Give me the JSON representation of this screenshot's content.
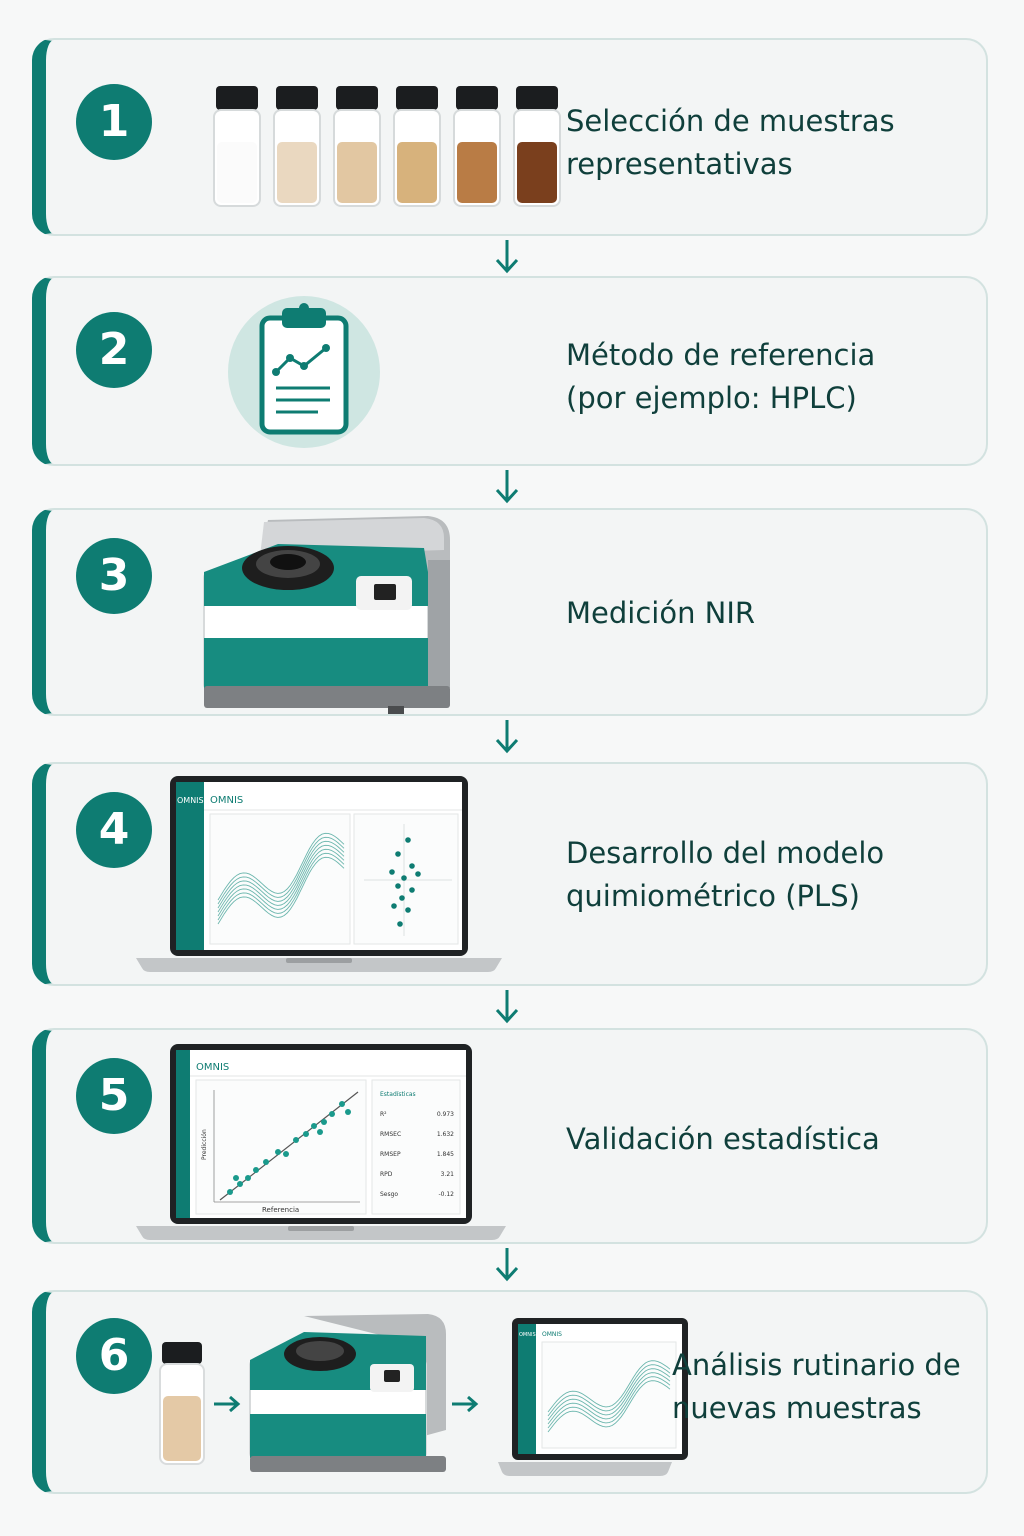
{
  "steps": [
    {
      "number": "1",
      "lines": [
        "Selección de muestras",
        "representativas"
      ]
    },
    {
      "number": "2",
      "lines": [
        "Método de referencia",
        "(por ejemplo: HPLC)"
      ]
    },
    {
      "number": "3",
      "lines": [
        "Medición NIR"
      ]
    },
    {
      "number": "4",
      "lines": [
        "Desarrollo del modelo",
        "quimiométrico (PLS)"
      ]
    },
    {
      "number": "5",
      "lines": [
        "Validación estadística"
      ]
    },
    {
      "number": "6",
      "lines": [
        "Análisis rutinario de",
        "nuevas muestras"
      ]
    }
  ],
  "software": {
    "brand_short": "OMNIS",
    "brand": "OMNIS"
  },
  "validation_screen": {
    "panel_title": "Estadísticas",
    "x_label": "Referencia",
    "y_label": "Predicción",
    "stats": [
      {
        "name": "R²",
        "value": "0.973"
      },
      {
        "name": "RMSEC",
        "value": "1.632"
      },
      {
        "name": "RMSEP",
        "value": "1.845"
      },
      {
        "name": "RPD",
        "value": "3.21"
      },
      {
        "name": "Sesgo",
        "value": "-0.12"
      }
    ]
  },
  "sample_colors": [
    "#fbfbfb",
    "#ead8c0",
    "#e2c7a2",
    "#d7b27c",
    "#b97c45",
    "#7a3f1d"
  ],
  "colors": {
    "accent": "#0e7c72",
    "text": "#0f3f3b"
  }
}
